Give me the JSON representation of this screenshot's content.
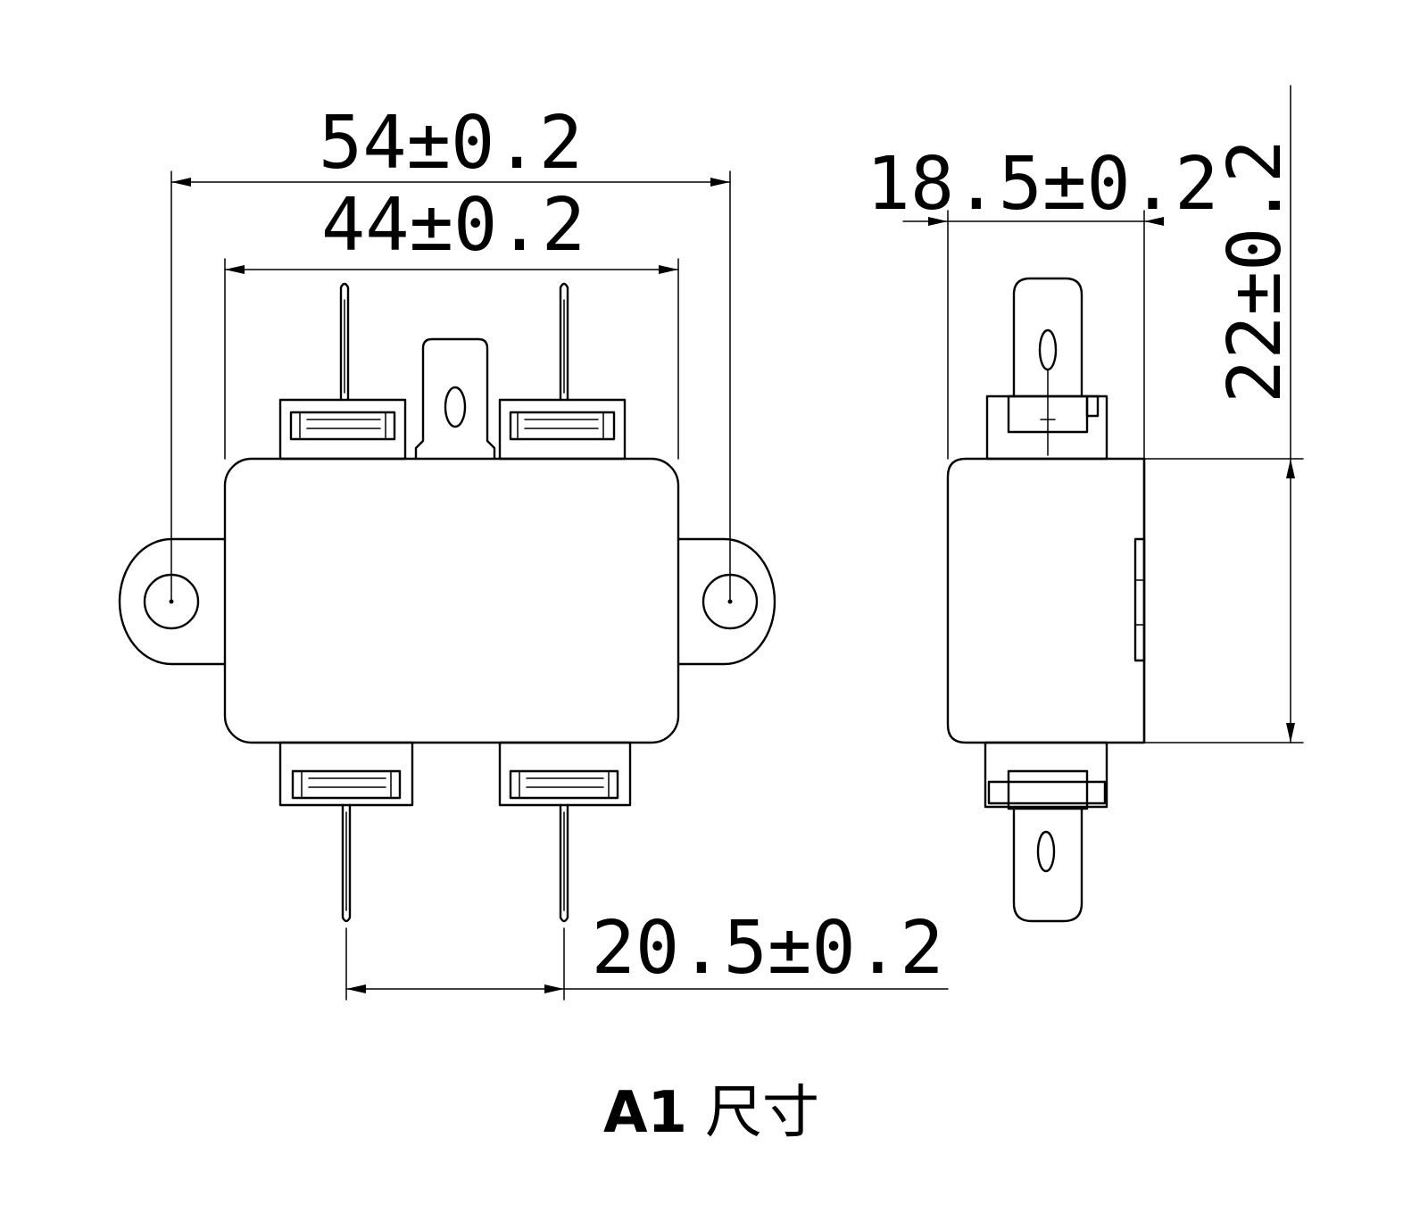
{
  "dimensions": {
    "overall_mounting_width": "54±0.2",
    "body_width": "44±0.2",
    "pin_spacing": "20.5±0.2",
    "side_depth": "18.5±0.2",
    "side_height": "22±0.2"
  },
  "caption": {
    "code": "A1",
    "label": "尺寸"
  }
}
